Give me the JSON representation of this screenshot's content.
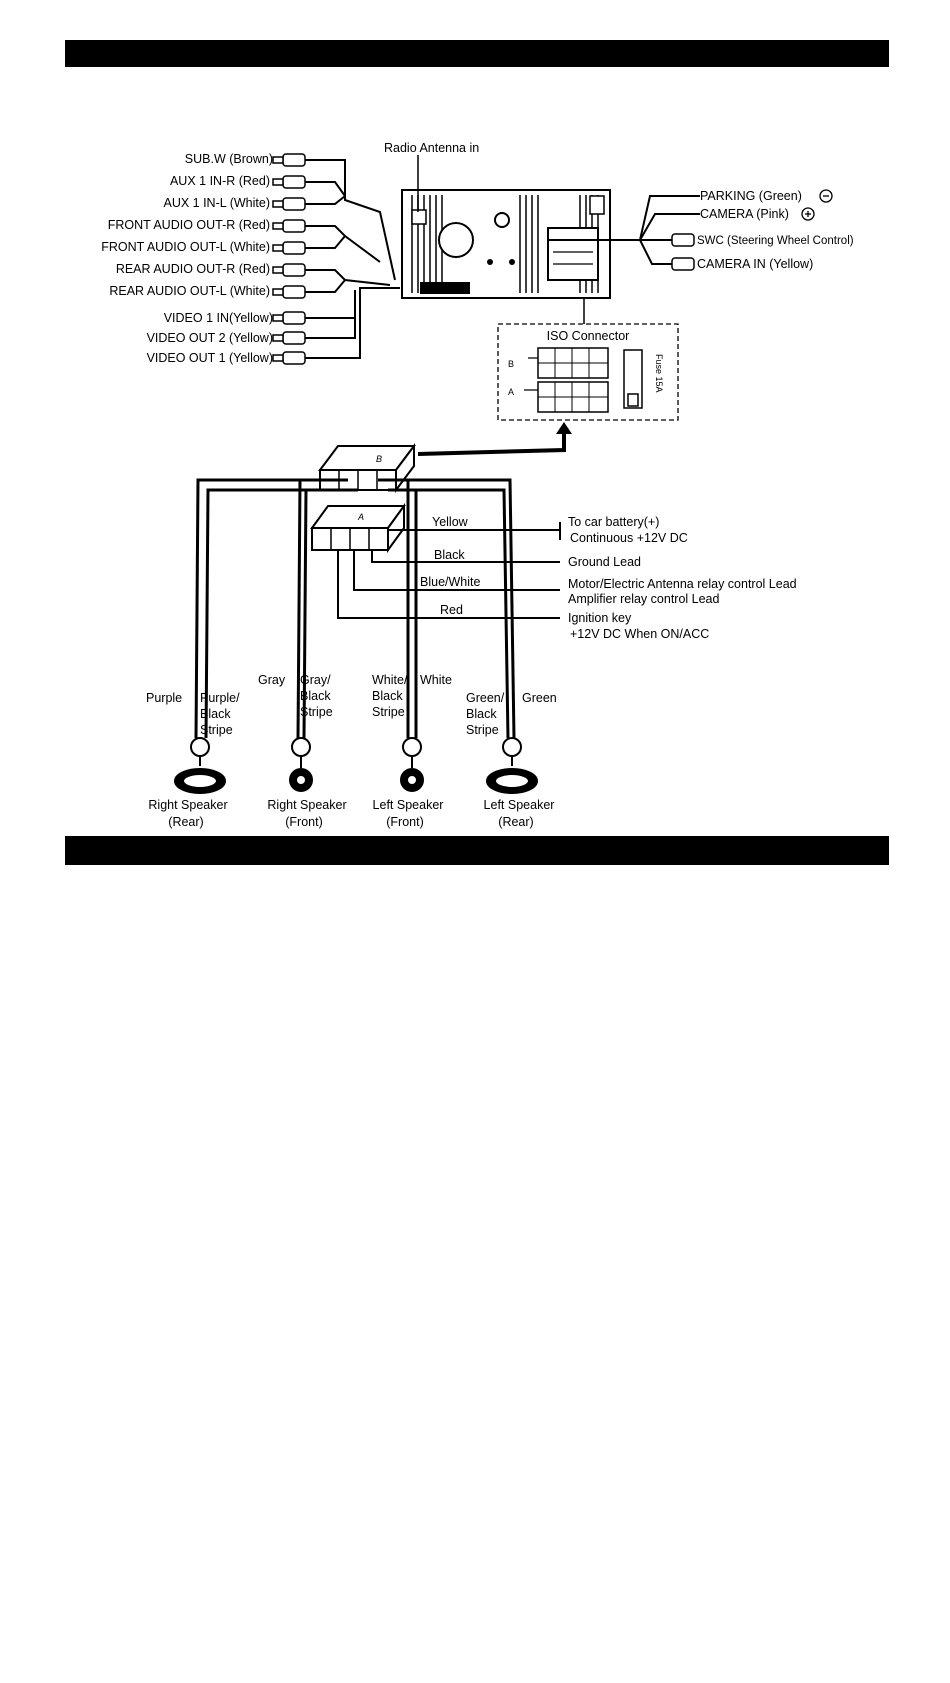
{
  "rca_labels": [
    "SUB.W (Brown)",
    "AUX 1 IN-R (Red)",
    "AUX 1 IN-L (White)",
    "FRONT AUDIO OUT-R (Red)",
    "FRONT AUDIO OUT-L (White)",
    "REAR AUDIO OUT-R (Red)",
    "REAR AUDIO OUT-L (White)",
    "VIDEO 1 IN(Yellow)",
    "VIDEO OUT 2 (Yellow)",
    "VIDEO OUT 1 (Yellow)"
  ],
  "antenna_label": "Radio Antenna in",
  "right_labels": {
    "parking": "PARKING (Green)",
    "camera": "CAMERA (Pink)",
    "swc": "SWC (Steering Wheel Control)",
    "camera_in": "CAMERA IN (Yellow)"
  },
  "iso": {
    "title": "ISO Connector",
    "row_b": "B",
    "row_a": "A",
    "fuse": "Fuse 15A"
  },
  "harness": {
    "connector_b": "B",
    "connector_a": "A",
    "wire_yellow": "Yellow",
    "wire_black": "Black",
    "wire_blue_white": "Blue/White",
    "wire_red": "Red"
  },
  "power_labels": {
    "battery_1": "To car battery(+)",
    "battery_2": "Continuous +12V DC",
    "ground": "Ground Lead",
    "motor_1": "Motor/Electric Antenna relay control Lead",
    "motor_2": "Amplifier relay control Lead",
    "ignition_1": "Ignition key",
    "ignition_2": "+12V DC When ON/ACC"
  },
  "speaker_wires": {
    "purple": "Purple",
    "purple_black": [
      "Purple/",
      "Black",
      "Stripe"
    ],
    "gray": "Gray",
    "gray_black": [
      "Gray/",
      "Black",
      "Stripe"
    ],
    "white_black": [
      "White/",
      "Black",
      "Stripe"
    ],
    "white": "White",
    "green_black": [
      "Green/",
      "Black",
      "Stripe"
    ],
    "green": "Green"
  },
  "speakers": [
    {
      "name": "Right Speaker",
      "pos": "(Rear)"
    },
    {
      "name": "Right Speaker",
      "pos": "(Front)"
    },
    {
      "name": "Left Speaker",
      "pos": "(Front)"
    },
    {
      "name": "Left Speaker",
      "pos": "(Rear)"
    }
  ]
}
